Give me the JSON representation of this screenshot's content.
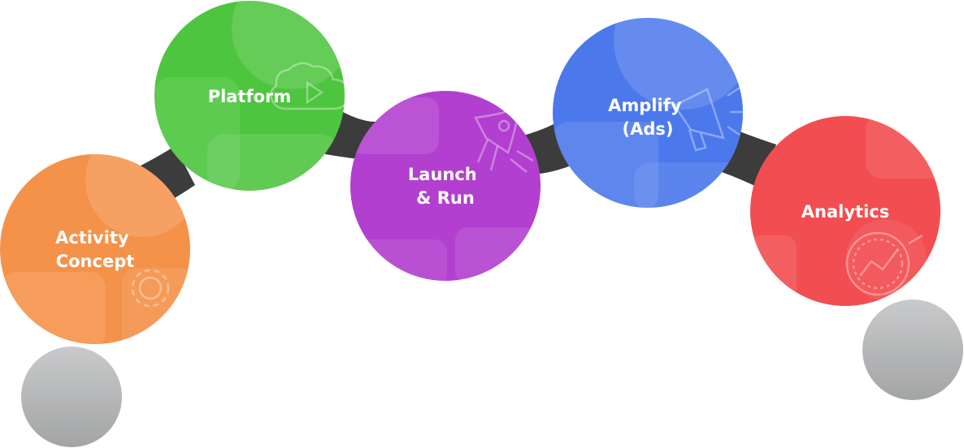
{
  "steps": [
    {
      "id": "activity-concept",
      "lines": [
        "Activity",
        "Concept"
      ],
      "color": "#f5924a",
      "icon": "gear-icon"
    },
    {
      "id": "platform",
      "lines": [
        "Platform"
      ],
      "color": "#4ec53f",
      "icon": "cloud-play-icon"
    },
    {
      "id": "launch-run",
      "lines": [
        "Launch",
        "& Run"
      ],
      "color": "#b23fcf",
      "icon": "rocket-icon"
    },
    {
      "id": "amplify-ads",
      "lines": [
        "Amplify",
        "(Ads)"
      ],
      "color": "#4b78eb",
      "icon": "megaphone-icon"
    },
    {
      "id": "analytics",
      "lines": [
        "Analytics"
      ],
      "color": "#f24d50",
      "icon": "analytics-dial-icon"
    }
  ],
  "colors": {
    "connector": "#3c3c3c",
    "end_dot": "#b8b9ba",
    "label": "#ffffff"
  }
}
